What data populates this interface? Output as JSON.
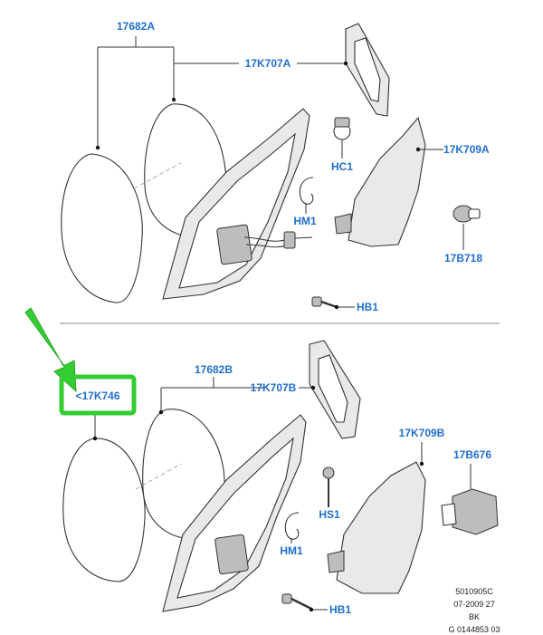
{
  "labels": {
    "top_glass": "17682A",
    "top_frame": "17K707A",
    "top_housing": "17K709A",
    "top_clip": "HC1",
    "top_hm": "HM1",
    "top_bolt": "HB1",
    "top_connector": "17B718",
    "bottom_glass": "17682B",
    "bottom_frame": "17K707B",
    "bottom_housing": "17K709B",
    "bottom_screw": "HS1",
    "bottom_hm": "HM1",
    "bottom_bolt": "HB1",
    "bottom_part": "17B676",
    "callout": "<17K746"
  },
  "meta": {
    "line1": "5010905C",
    "line2": "07-2009 27",
    "line3": "BK",
    "line4": "G 0144853 03"
  },
  "colors": {
    "label_blue": "#1f6fd1",
    "highlight_green": "#33cc33",
    "line": "#333333"
  }
}
